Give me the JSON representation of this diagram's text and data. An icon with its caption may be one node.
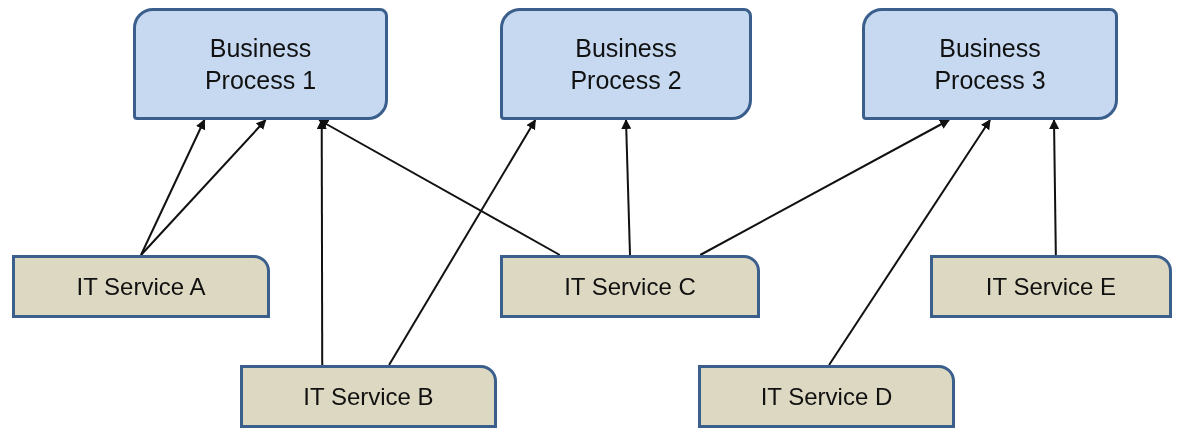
{
  "diagram": {
    "nodes": [
      {
        "text": [
          "Business Process 1"
        ]
      },
      {
        "text": [
          "Business Process 2"
        ]
      },
      {
        "text": [
          "Business Process 3"
        ]
      },
      {
        "text": [
          "IT Service A"
        ]
      },
      {
        "text": [
          "IT Service C"
        ]
      },
      {
        "text": [
          "IT Service E"
        ]
      },
      {
        "text": [
          "IT Service B"
        ]
      },
      {
        "text": [
          "IT Service D"
        ]
      }
    ],
    "edges": [
      {
        "from": 3,
        "to": 0,
        "arrow": "to"
      },
      {
        "from": 3,
        "to": 0,
        "arrow": "to"
      },
      {
        "from": 6,
        "to": 0,
        "arrow": "to"
      },
      {
        "from": 6,
        "to": 1,
        "arrow": "to"
      },
      {
        "from": 4,
        "to": 0,
        "arrow": "to"
      },
      {
        "from": 4,
        "to": 1,
        "arrow": "to"
      },
      {
        "from": 4,
        "to": 2,
        "arrow": "to"
      },
      {
        "from": 7,
        "to": 2,
        "arrow": "to"
      },
      {
        "from": 5,
        "to": 2,
        "arrow": "to"
      }
    ]
  }
}
